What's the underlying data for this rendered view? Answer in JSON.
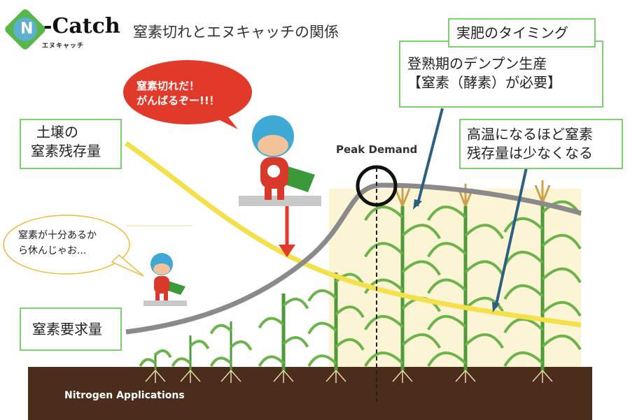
{
  "logo": {
    "name": "-Catch",
    "sub": "エヌキャッチ",
    "letter": "N"
  },
  "title": "窒素切れとエヌキャッチの関係",
  "labels": {
    "soil_nitrogen": [
      "土壌の",
      "窒素残存量"
    ],
    "nitrogen_demand": "窒素要求量",
    "peak_demand": "Peak Demand",
    "nitrogen_applications": "Nitrogen Applications"
  },
  "callouts": {
    "timing_title": "実肥のタイミング",
    "grain_filling": [
      "登熟期のデンプン生産",
      "【窒素（酵素）が必要】"
    ],
    "high_temp": [
      "高温になるほど窒素",
      "残存量は少なくなる"
    ]
  },
  "bubbles": {
    "red": [
      "窒素切れだ！",
      "がんばるぞー!!！"
    ],
    "white": [
      "窒素が十分あるか",
      "ら休んじゃお..."
    ]
  },
  "colors": {
    "accent_green": "#7dcf72",
    "soil": "#4b2d1c",
    "yellow_curve": "#f4e04a",
    "demand_curve": "#8a8a8a",
    "arrow_blue": "#2c5f80",
    "bubble_red": "#e23a2a"
  }
}
